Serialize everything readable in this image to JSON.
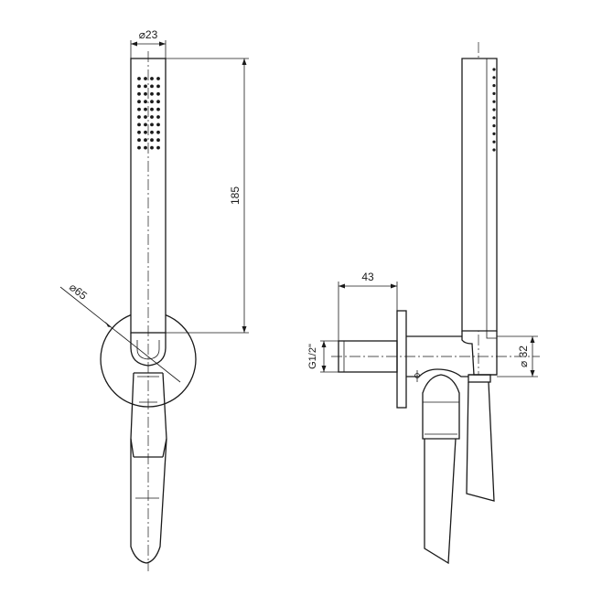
{
  "dimensions": {
    "handle_diameter": "⌀23",
    "handle_length": "185",
    "flange_diameter": "⌀65",
    "projection": "43",
    "thread": "G1/2\"",
    "holder_diameter": "⌀ 32"
  },
  "colors": {
    "line": "#1a1a1a",
    "background": "#ffffff"
  }
}
